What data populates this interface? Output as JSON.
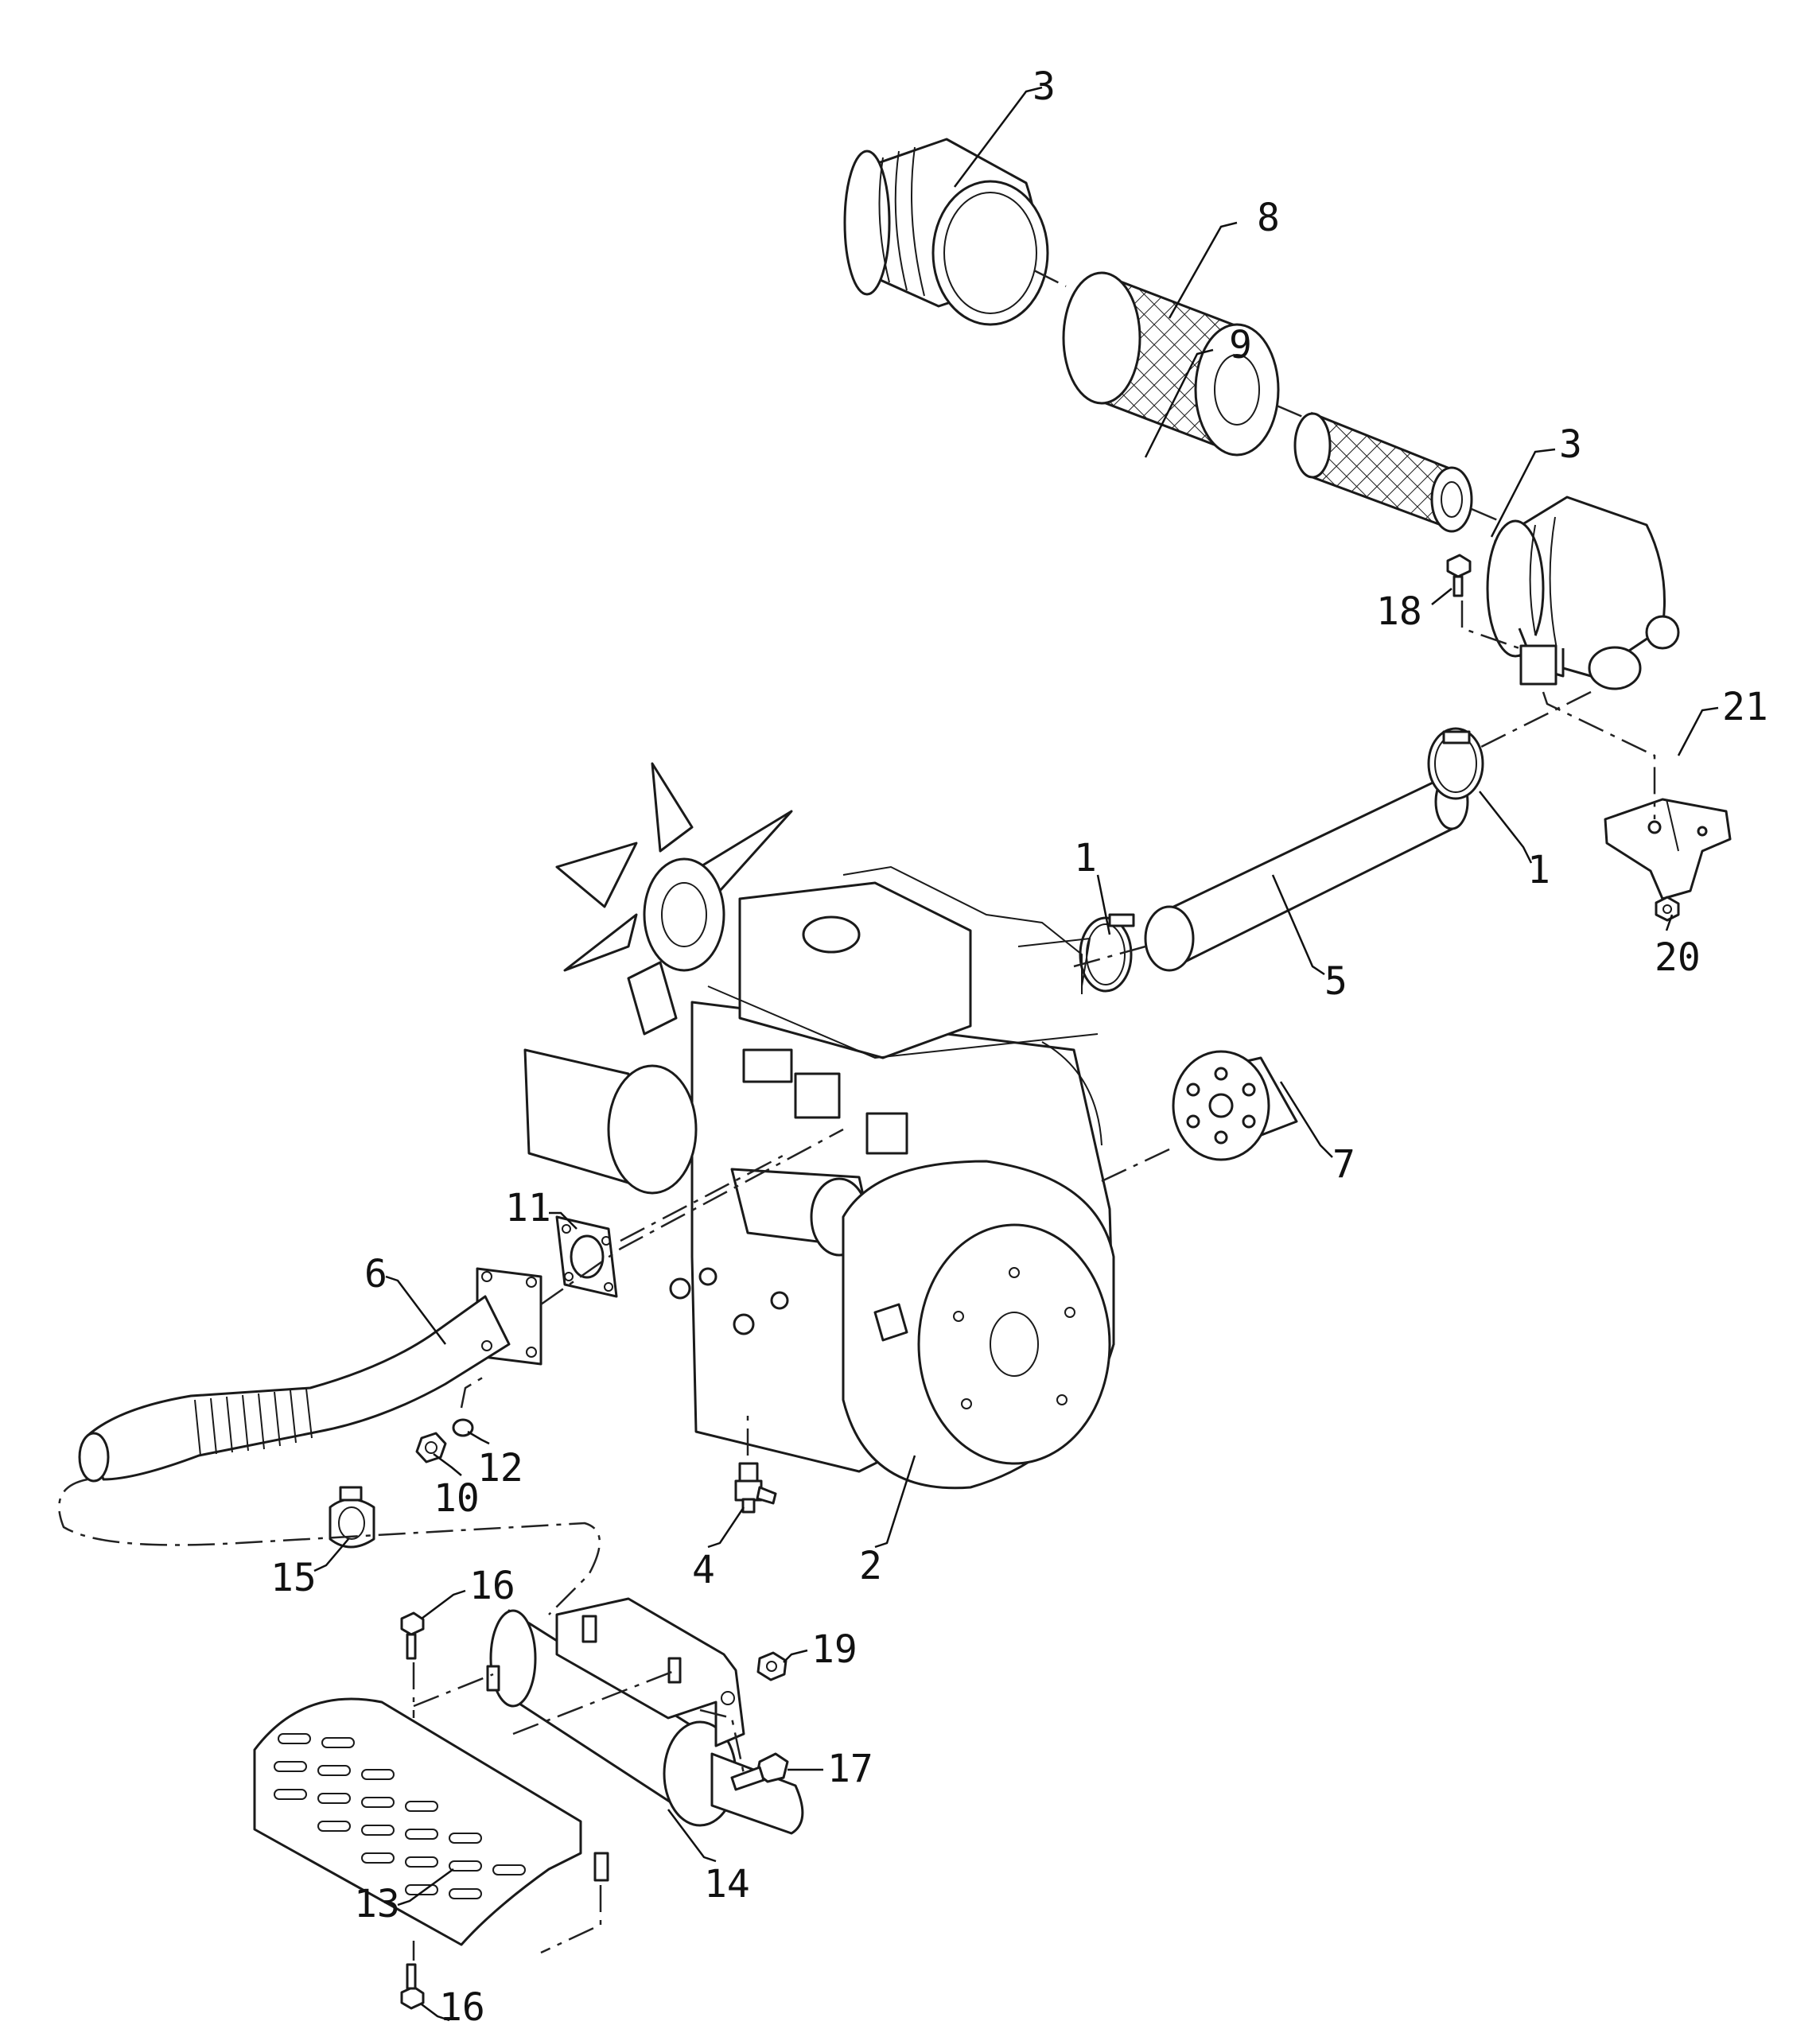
{
  "callouts": [
    {
      "id": "c1a",
      "label": "1"
    },
    {
      "id": "c1b",
      "label": "1"
    },
    {
      "id": "c2",
      "label": "2"
    },
    {
      "id": "c3a",
      "label": "3"
    },
    {
      "id": "c3b",
      "label": "3"
    },
    {
      "id": "c4",
      "label": "4"
    },
    {
      "id": "c5",
      "label": "5"
    },
    {
      "id": "c6",
      "label": "6"
    },
    {
      "id": "c7",
      "label": "7"
    },
    {
      "id": "c8",
      "label": "8"
    },
    {
      "id": "c9",
      "label": "9"
    },
    {
      "id": "c10",
      "label": "10"
    },
    {
      "id": "c11",
      "label": "11"
    },
    {
      "id": "c12",
      "label": "12"
    },
    {
      "id": "c13",
      "label": "13"
    },
    {
      "id": "c14",
      "label": "14"
    },
    {
      "id": "c15",
      "label": "15"
    },
    {
      "id": "c16a",
      "label": "16"
    },
    {
      "id": "c16b",
      "label": "16"
    },
    {
      "id": "c17",
      "label": "17"
    },
    {
      "id": "c18",
      "label": "18"
    },
    {
      "id": "c19",
      "label": "19"
    },
    {
      "id": "c20",
      "label": "20"
    },
    {
      "id": "c21",
      "label": "21"
    }
  ],
  "colors": {
    "line": "#1a1a1a",
    "background": "#ffffff"
  }
}
